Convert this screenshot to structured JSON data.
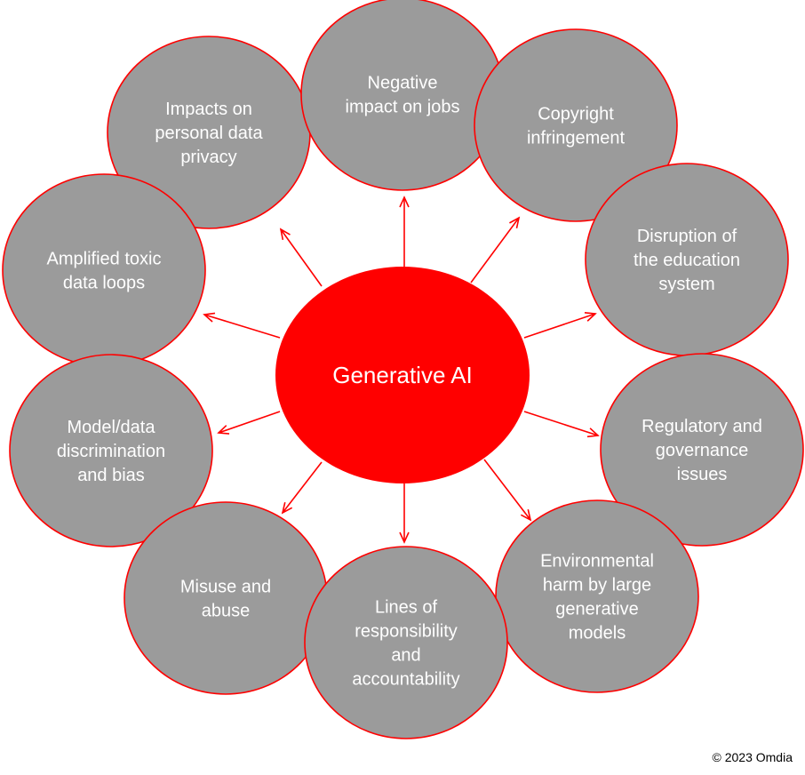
{
  "colors": {
    "node_fill": "#9b9b9b",
    "node_stroke": "#ff0000",
    "center_fill": "#ff0000",
    "arrow": "#ff0000",
    "text": "#ffffff"
  },
  "center": {
    "label": "Generative AI"
  },
  "nodes": [
    {
      "id": "privacy",
      "lines": [
        "Impacts on",
        "personal data",
        "privacy"
      ]
    },
    {
      "id": "jobs",
      "lines": [
        "Negative",
        "impact on jobs"
      ]
    },
    {
      "id": "copyright",
      "lines": [
        "Copyright",
        "infringement"
      ]
    },
    {
      "id": "education",
      "lines": [
        "Disruption of",
        "the education",
        "system"
      ]
    },
    {
      "id": "toxic",
      "lines": [
        "Amplified toxic",
        "data loops"
      ]
    },
    {
      "id": "bias",
      "lines": [
        "Model/data",
        "discrimination",
        "and bias"
      ]
    },
    {
      "id": "regulatory",
      "lines": [
        "Regulatory and",
        "governance",
        "issues"
      ]
    },
    {
      "id": "misuse",
      "lines": [
        "Misuse and",
        "abuse"
      ]
    },
    {
      "id": "environment",
      "lines": [
        "Environmental",
        "harm by large",
        "generative",
        "models"
      ]
    },
    {
      "id": "responsibility",
      "lines": [
        "Lines of",
        "responsibility",
        "and",
        "accountability"
      ]
    }
  ],
  "footer": {
    "copyright": "© 2023 Omdia"
  }
}
